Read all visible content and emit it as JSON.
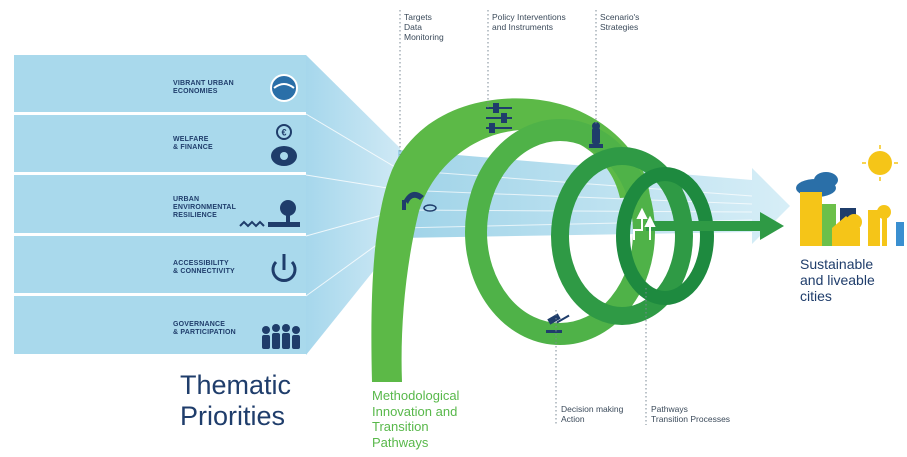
{
  "priorities": [
    {
      "lines": [
        "VIBRANT URBAN",
        "ECONOMIES"
      ],
      "icon": "globe-handshake-icon"
    },
    {
      "lines": [
        "WELFARE",
        "& FINANCE"
      ],
      "icon": "euro-piggy-bank-icon"
    },
    {
      "lines": [
        "URBAN",
        "ENVIRONMENTAL",
        "RESILIENCE"
      ],
      "icon": "tree-wave-icon"
    },
    {
      "lines": [
        "ACCESSIBILITY",
        "& CONNECTIVITY"
      ],
      "icon": "power-location-icon"
    },
    {
      "lines": [
        "GOVERNANCE",
        "& PARTICIPATION"
      ],
      "icon": "people-group-icon"
    }
  ],
  "thematic_title": [
    "Thematic",
    "Priorities"
  ],
  "method_title": [
    "Methodological",
    "Innovation and",
    "Transition",
    "Pathways"
  ],
  "top_labels": [
    {
      "lines": [
        "Targets",
        "Data",
        "Monitoring"
      ]
    },
    {
      "lines": [
        "Policy Interventions",
        "and Instruments"
      ]
    },
    {
      "lines": [
        "Scenario's",
        "Strategies"
      ]
    }
  ],
  "bottom_labels": [
    {
      "lines": [
        "Decision making",
        "Action"
      ]
    },
    {
      "lines": [
        "Pathways",
        "Transition Processes"
      ]
    }
  ],
  "outcome": [
    "Sustainable",
    "and liveable",
    "cities"
  ],
  "colors": {
    "panel": "#a9d9ec",
    "panel_dark": "#8ccbe3",
    "navy": "#1f3d6b",
    "green_light": "#5cb947",
    "green_mid": "#3da64a",
    "green_dark": "#1e8a3f",
    "arrow_blue": "#bfe4f2",
    "yellow": "#f5c518"
  }
}
